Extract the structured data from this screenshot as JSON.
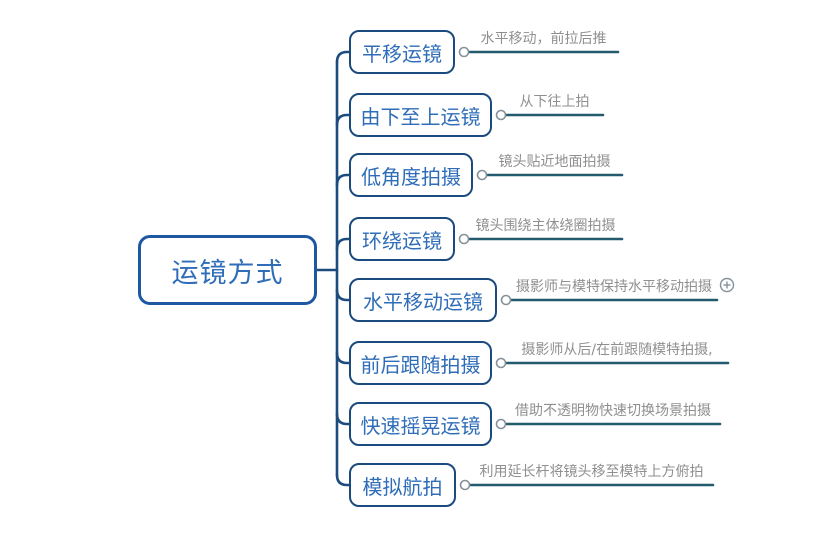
{
  "root": {
    "label": "运镜方式"
  },
  "branches": [
    {
      "title": "平移运镜",
      "note": "水平移动，前拉后推"
    },
    {
      "title": "由下至上运镜",
      "note": "从下往上拍"
    },
    {
      "title": "低角度拍摄",
      "note": "镜头贴近地面拍摄"
    },
    {
      "title": "环绕运镜",
      "note": "镜头围绕主体绕圈拍摄"
    },
    {
      "title": "水平移动运镜",
      "note": "摄影师与模特保持水平移动拍摄",
      "expand_icon": "expand-plus-icon"
    },
    {
      "title": "前后跟随拍摄",
      "note": "摄影师从后/在前跟随模特拍摄,"
    },
    {
      "title": "快速摇晃运镜",
      "note": "借助不透明物快速切换场景拍摄"
    },
    {
      "title": "模拟航拍",
      "note": "利用延长杆将镜头移至模特上方俯拍"
    }
  ],
  "colors": {
    "node_border": "#1b4b7e",
    "root_border": "#1e57a2",
    "node_text": "#2f6db8",
    "connector_line": "#235a6e",
    "note_text": "#8f8f8f",
    "handle_stroke": "#85929b",
    "background": "#ffffff"
  }
}
